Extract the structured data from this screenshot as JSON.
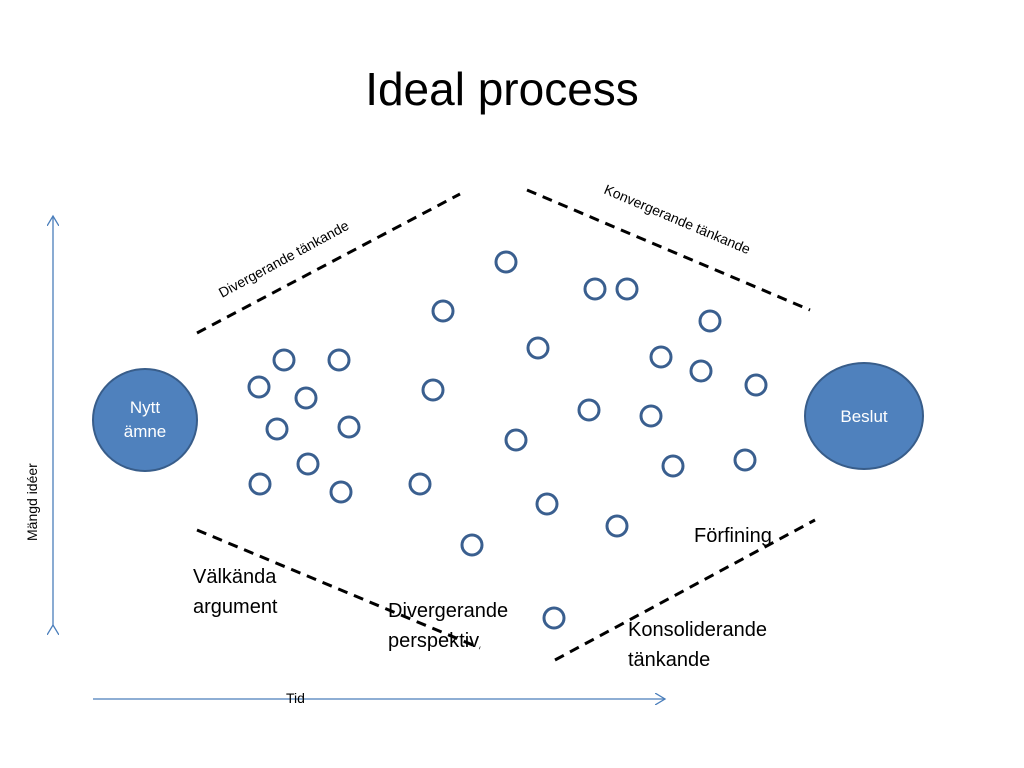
{
  "title": "Ideal process",
  "start_node": "Nytt ämne",
  "end_node": "Beslut",
  "line_labels": {
    "divergent": "Divergerande tänkande",
    "convergent": "Konvergerande tänkande"
  },
  "phase_labels": {
    "known": "Välkända argument",
    "perspectives": "Divergerande perspektiv",
    "refinement": "Förfining",
    "consolidating": "Konsoliderande tänkande"
  },
  "axes": {
    "y": "Mängd idéer",
    "x": "Tid"
  },
  "colors": {
    "node_fill": "#4f81bd",
    "node_stroke": "#385d8a",
    "circle_stroke": "#3a5f8f",
    "axis": "#4a7ebb"
  }
}
